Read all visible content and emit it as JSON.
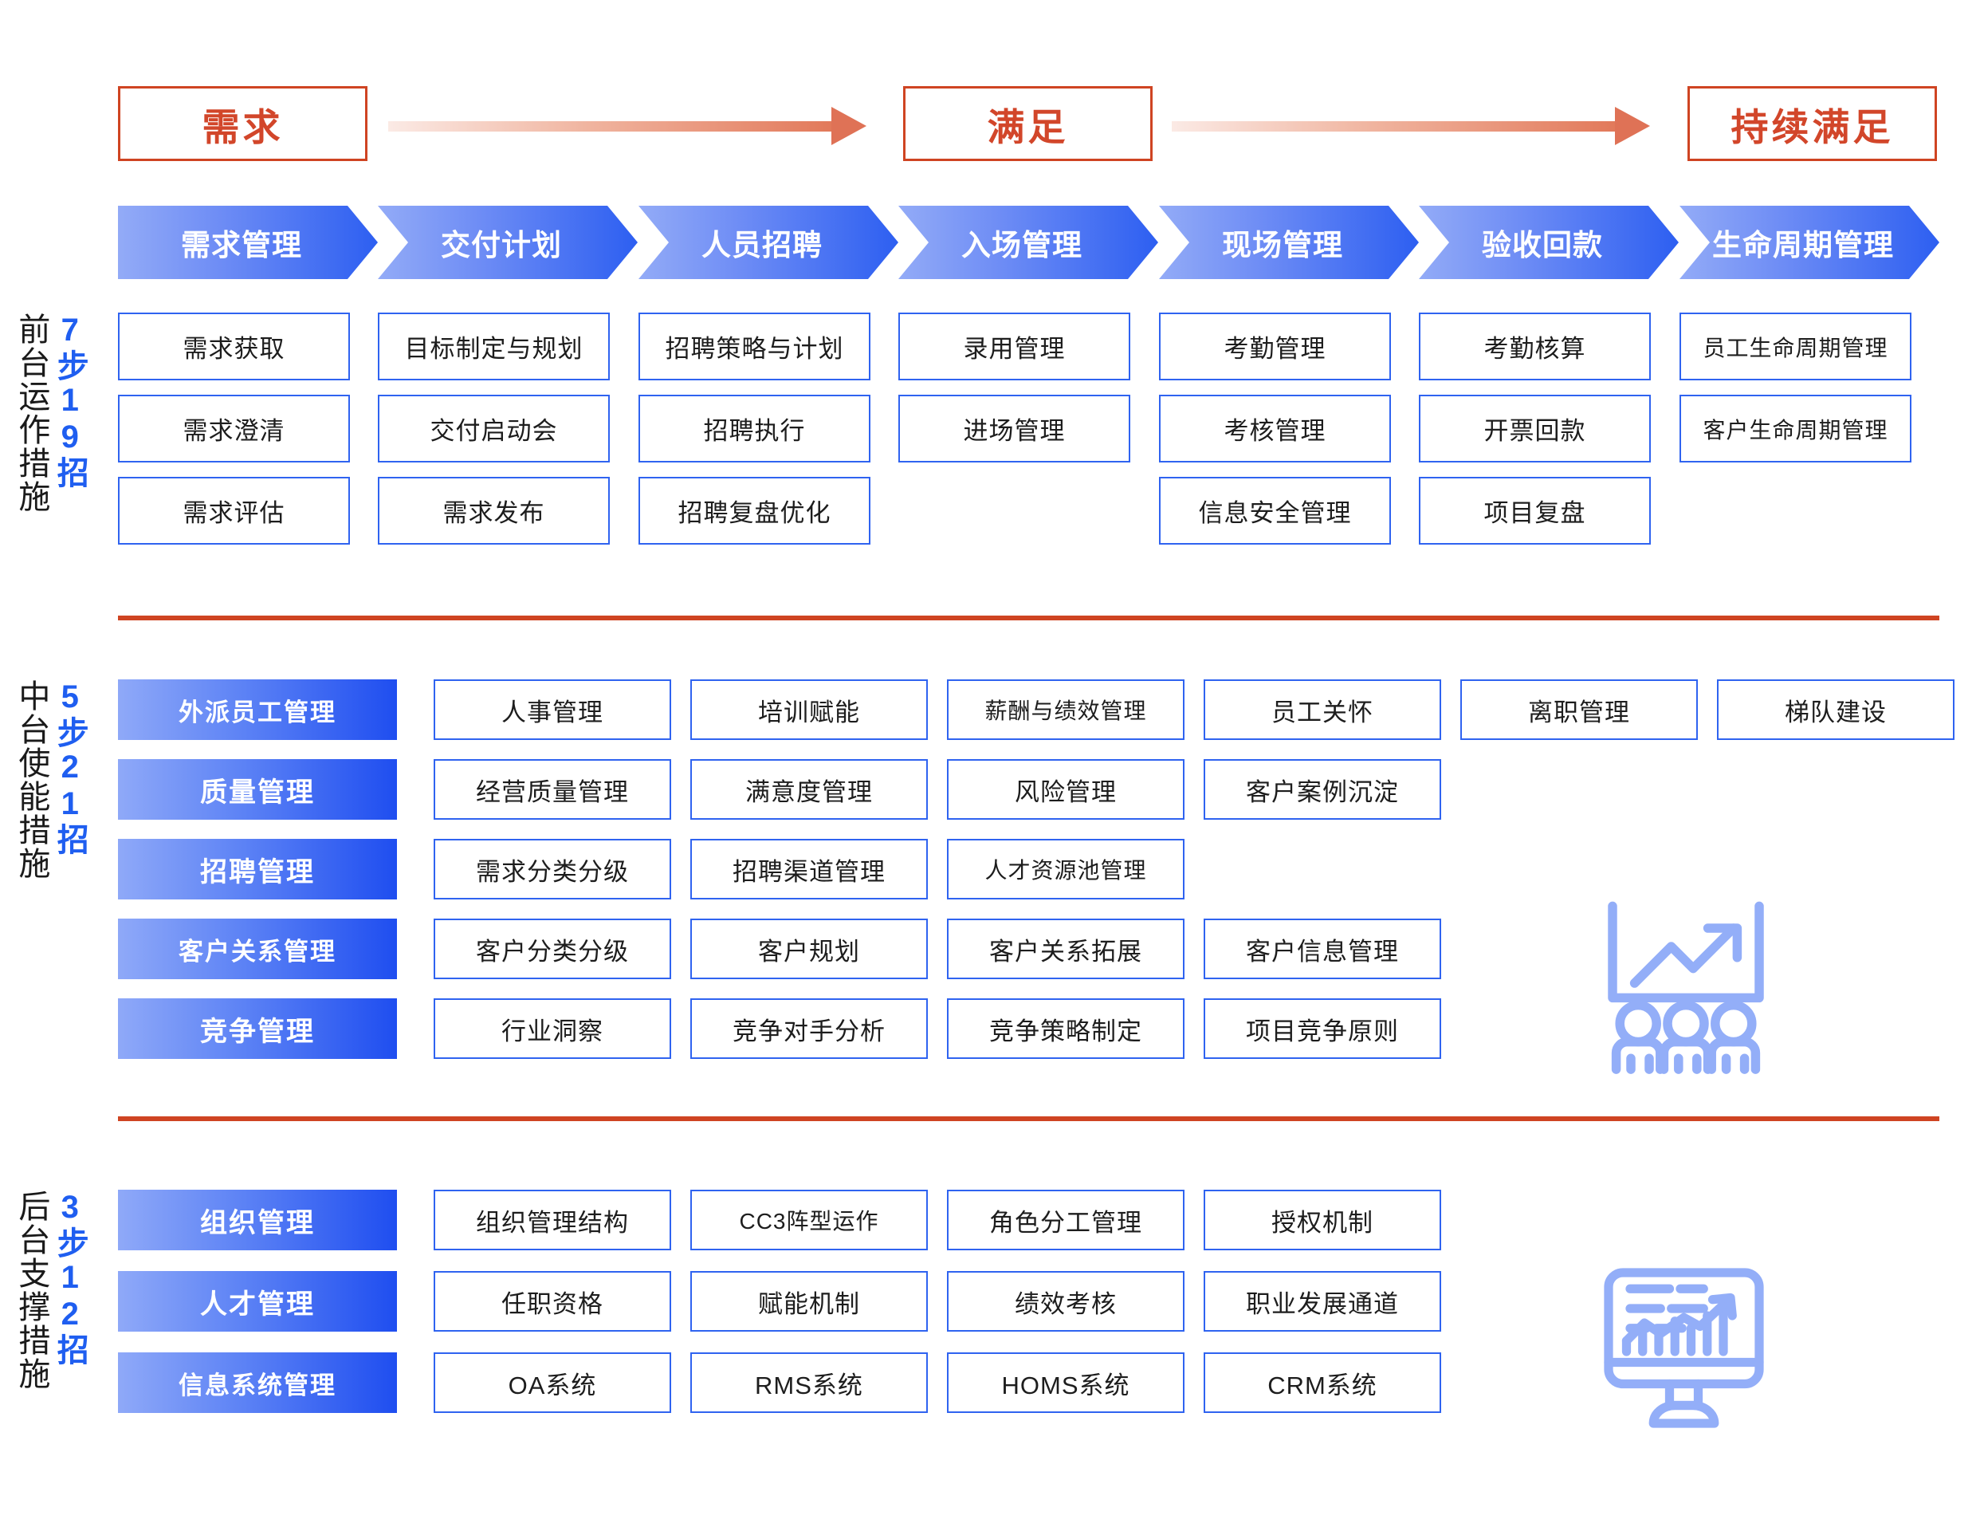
{
  "banner": {
    "demand": "需求",
    "satisfy": "满足",
    "continuous": "持续满足",
    "arrow_1": "arrow-right",
    "arrow_2": "arrow-right"
  },
  "process_stages": [
    "需求管理",
    "交付计划",
    "人员招聘",
    "入场管理",
    "现场管理",
    "验收回款",
    "生命周期管理"
  ],
  "sections": [
    {
      "id": "front-office",
      "label_cn": "前台运作措施",
      "label_count": "7步19招",
      "columns": [
        {
          "stage": "需求管理",
          "items": [
            "需求获取",
            "需求澄清",
            "需求评估"
          ]
        },
        {
          "stage": "交付计划",
          "items": [
            "目标制定与规划",
            "交付启动会",
            "需求发布"
          ]
        },
        {
          "stage": "人员招聘",
          "items": [
            "招聘策略与计划",
            "招聘执行",
            "招聘复盘优化"
          ]
        },
        {
          "stage": "入场管理",
          "items": [
            "录用管理",
            "进场管理"
          ]
        },
        {
          "stage": "现场管理",
          "items": [
            "考勤管理",
            "考核管理",
            "信息安全管理"
          ]
        },
        {
          "stage": "验收回款",
          "items": [
            "考勤核算",
            "开票回款",
            "项目复盘"
          ]
        },
        {
          "stage": "生命周期管理",
          "items": [
            "员工生命周期管理",
            "客户生命周期管理"
          ]
        }
      ]
    },
    {
      "id": "middle-office",
      "label_cn": "中台使能措施",
      "label_count": "5步21招",
      "rows": [
        {
          "category": "外派员工管理",
          "items": [
            "人事管理",
            "培训赋能",
            "薪酬与绩效管理",
            "员工关怀",
            "离职管理",
            "梯队建设"
          ]
        },
        {
          "category": "质量管理",
          "items": [
            "经营质量管理",
            "满意度管理",
            "风险管理",
            "客户案例沉淀"
          ]
        },
        {
          "category": "招聘管理",
          "items": [
            "需求分类分级",
            "招聘渠道管理",
            "人才资源池管理"
          ]
        },
        {
          "category": "客户关系管理",
          "items": [
            "客户分类分级",
            "客户规划",
            "客户关系拓展",
            "客户信息管理"
          ]
        },
        {
          "category": "竞争管理",
          "items": [
            "行业洞察",
            "竞争对手分析",
            "竞争策略制定",
            "项目竞争原则"
          ]
        }
      ],
      "icon": "presentation-team-icon"
    },
    {
      "id": "back-office",
      "label_cn": "后台支撑措施",
      "label_count": "3步12招",
      "rows": [
        {
          "category": "组织管理",
          "items": [
            "组织管理结构",
            "CC3阵型运作",
            "角色分工管理",
            "授权机制"
          ]
        },
        {
          "category": "人才管理",
          "items": [
            "任职资格",
            "赋能机制",
            "绩效考核",
            "职业发展通道"
          ]
        },
        {
          "category": "信息系统管理",
          "items": [
            "OA系统",
            "RMS系统",
            "HOMS系统",
            "CRM系统"
          ]
        }
      ],
      "icon": "monitor-chart-icon"
    }
  ],
  "colors": {
    "accent_orange": "#cf4422",
    "accent_blue": "#2f63f0",
    "chevron_light": "#93abf7",
    "chevron_dark": "#2d5ff1",
    "icon_blue": "#93aef8"
  }
}
